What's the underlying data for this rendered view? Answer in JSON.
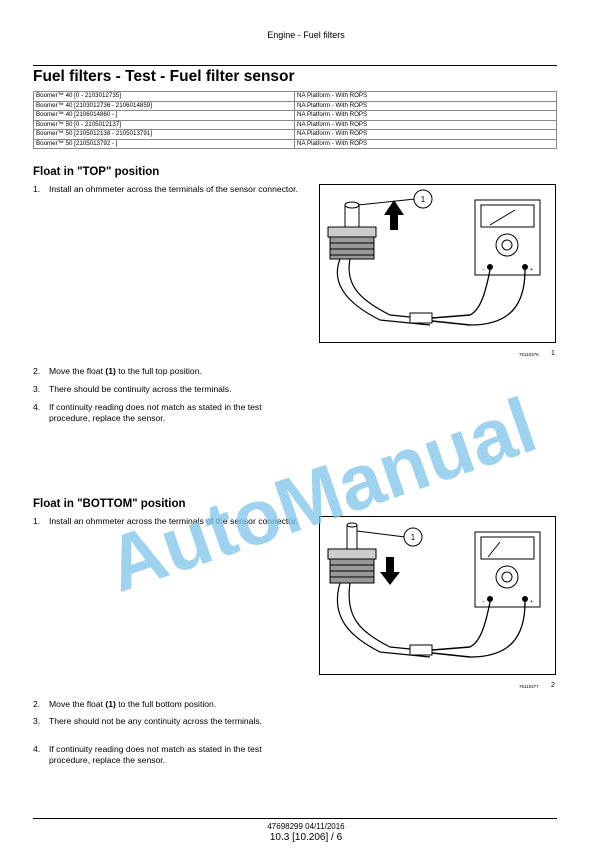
{
  "header": "Engine - Fuel filters",
  "title": "Fuel filters - Test - Fuel filter sensor",
  "models": [
    {
      "model": "Boomer™ 40 [0 - 2103012735]",
      "platform": "NA Platform - With ROPS"
    },
    {
      "model": "Boomer™ 40 [2103012736 - 2106014859]",
      "platform": "NA Platform - With ROPS"
    },
    {
      "model": "Boomer™ 40 [2106014860 - ]",
      "platform": "NA Platform - With ROPS"
    },
    {
      "model": "Boomer™ 50 [0 - 2105012137]",
      "platform": "NA Platform - With ROPS"
    },
    {
      "model": "Boomer™ 50 [2105012138 - 2105013791]",
      "platform": "NA Platform - With ROPS"
    },
    {
      "model": "Boomer™ 50 [2105013792 - ]",
      "platform": "NA Platform - With ROPS"
    }
  ],
  "section_top": {
    "heading": "Float in \"TOP\" position",
    "step1": "Install an ohmmeter across the terminals of the sensor connector.",
    "step1_num": "1.",
    "step2_pre": "Move the float ",
    "step2_bold": "(1)",
    "step2_post": " to the full top position.",
    "step2_num": "2.",
    "step3": "There should be continuity across the terminals.",
    "step3_num": "3.",
    "step4": "If continuity reading does not match as stated in the test procedure, replace the sensor.",
    "step4_num": "4.",
    "figure_id": "76110376",
    "figure_num": "1",
    "callout": "1"
  },
  "section_bottom": {
    "heading": "Float in \"BOTTOM\" position",
    "step1": "Install an ohmmeter across the terminals of the sensor connector.",
    "step1_num": "1.",
    "step2_pre": "Move the float ",
    "step2_bold": "(1)",
    "step2_post": " to the full bottom position.",
    "step2_num": "2.",
    "step3": "There should not be any continuity across the terminals.",
    "step3_num": "3.",
    "step4": "If continuity reading does not match as stated in the test procedure, replace the sensor.",
    "step4_num": "4.",
    "figure_id": "76110377",
    "figure_num": "2",
    "callout": "1"
  },
  "meter_minus": "−",
  "meter_plus": "+",
  "watermark": "AutoManual",
  "watermark_color": "#7dc3e8",
  "footer_doc": "47698299 04/11/2016",
  "footer_page": "10.3 [10.206] / 6"
}
